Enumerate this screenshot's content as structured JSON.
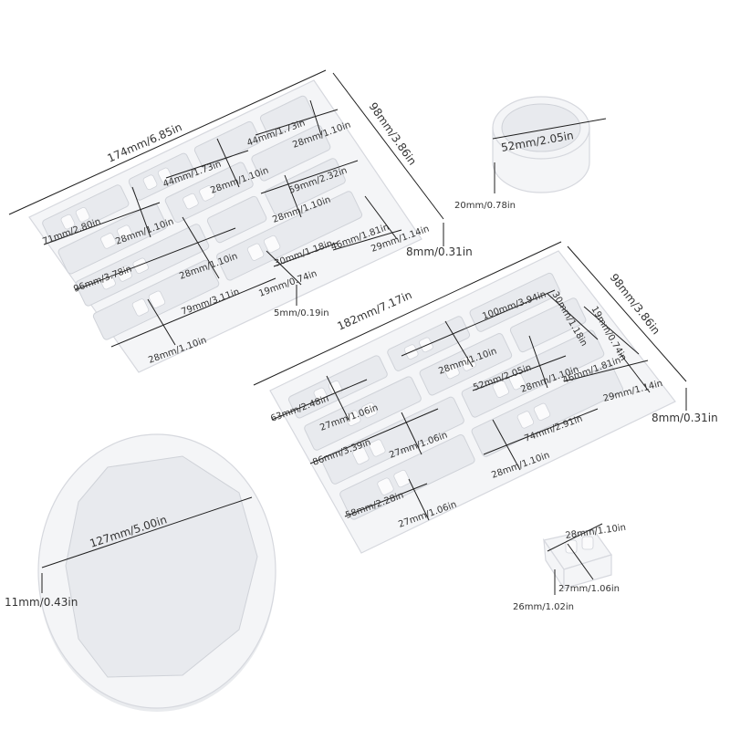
{
  "tray1": {
    "length": "174mm/6.85in",
    "width": "98mm/3.86in",
    "height": "8mm/0.31in",
    "cavities": {
      "c44": "44mm/1.73in",
      "c28a": "28mm/1.10in",
      "c44b": "44mm/1.73in",
      "c28b": "28mm/1.10in",
      "c59": "59mm/2.32in",
      "c28c": "28mm/1.10in",
      "c71": "71mm/2.80in",
      "c28d": "28mm/1.10in",
      "c46": "46mm/1.81in",
      "c29": "29mm/1.14in",
      "c96": "96mm/3.78in",
      "c28e": "28mm/1.10in",
      "c30": "30mm/1.18in",
      "c19": "19mm/0.74in",
      "c79": "79mm/3.11in",
      "c28f": "28mm/1.10in",
      "c5": "5mm/0.19in"
    }
  },
  "coaster_small": {
    "diameter": "52mm/2.05in",
    "height": "20mm/0.78in"
  },
  "tray2": {
    "length": "182mm/7.17in",
    "width": "98mm/3.86in",
    "height": "8mm/0.31in",
    "cavities": {
      "c100": "100mm/3.94in",
      "c30": "30mm/1.18in",
      "c19": "19mm/0.74in",
      "c28a": "28mm/1.10in",
      "c52": "52mm/2.05in",
      "c28b": "28mm/1.10in",
      "c46": "46mm/1.81in",
      "c29": "29mm/1.14in",
      "c63": "63mm/2.48in",
      "c27a": "27mm/1.06in",
      "c86": "86mm/3.39in",
      "c27b": "27mm/1.06in",
      "c74": "74mm/2.91in",
      "c28c": "28mm/1.10in",
      "c58": "58mm/2.28in",
      "c27c": "27mm/1.06in"
    }
  },
  "coaster_large": {
    "diameter": "127mm/5.00in",
    "height": "11mm/0.43in"
  },
  "small_piece": {
    "width": "28mm/1.10in",
    "depth": "27mm/1.06in",
    "height": "26mm/1.02in"
  },
  "colors": {
    "mold": "#f4f5f7",
    "outline": "#d6d8de",
    "line": "#1f1f1f",
    "text": "#333333"
  }
}
